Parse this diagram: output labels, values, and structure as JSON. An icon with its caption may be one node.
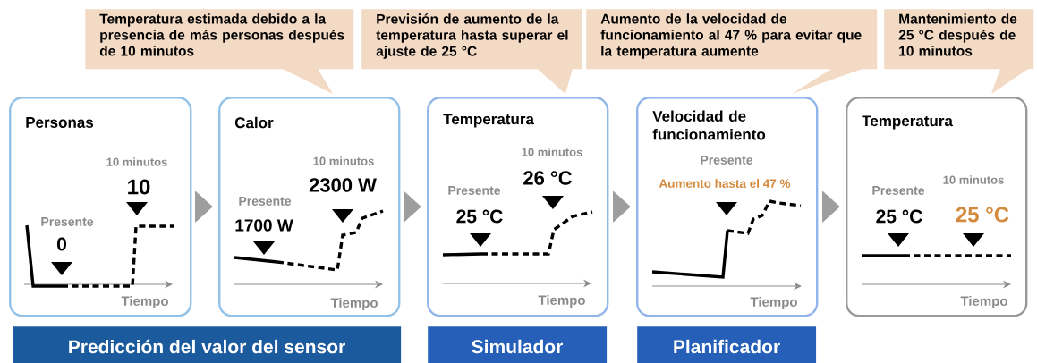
{
  "diagram": {
    "nodes": [
      {
        "text": [
          "Temperatura estimada debido a la presencia de más personas después de 10 minutos"
        ]
      },
      {
        "text": [
          "Previsión de aumento de la temperatura hasta superar el ajuste de 25 °C"
        ]
      },
      {
        "text": [
          "Aumento de la velocidad de funcionamiento al 47 % para evitar que la temperatura aumente"
        ]
      },
      {
        "text": [
          "Mantenimiento de 25 °C después de 10 minutos"
        ]
      },
      {
        "text": [
          "Personas",
          "10 minutos",
          "10",
          "Presente",
          "0",
          "Tiempo"
        ]
      },
      {
        "text": [
          "Calor",
          "10 minutos",
          "2300 W",
          "Presente",
          "1700 W",
          "Tiempo"
        ]
      },
      {
        "text": [
          "Temperatura",
          "10 minutos",
          "26 °C",
          "Presente",
          "25 °C",
          "Tiempo"
        ]
      },
      {
        "text": [
          "Velocidad de funcionamiento",
          "Presente",
          "Aumento hasta el 47 %",
          "Tiempo"
        ]
      },
      {
        "text": [
          "Temperatura",
          "Presente",
          "10 minutos",
          "25 °C",
          "25 °C",
          "Tiempo"
        ]
      },
      {
        "text": [
          "Predicción del valor del sensor"
        ]
      },
      {
        "text": [
          "Simulador"
        ]
      },
      {
        "text": [
          "Planificador"
        ]
      }
    ],
    "edges": [
      {
        "from": 4,
        "to": 5,
        "arrow": "to"
      },
      {
        "from": 5,
        "to": 6,
        "arrow": "to"
      },
      {
        "from": 6,
        "to": 7,
        "arrow": "to"
      },
      {
        "from": 7,
        "to": 8,
        "arrow": "to"
      }
    ]
  }
}
